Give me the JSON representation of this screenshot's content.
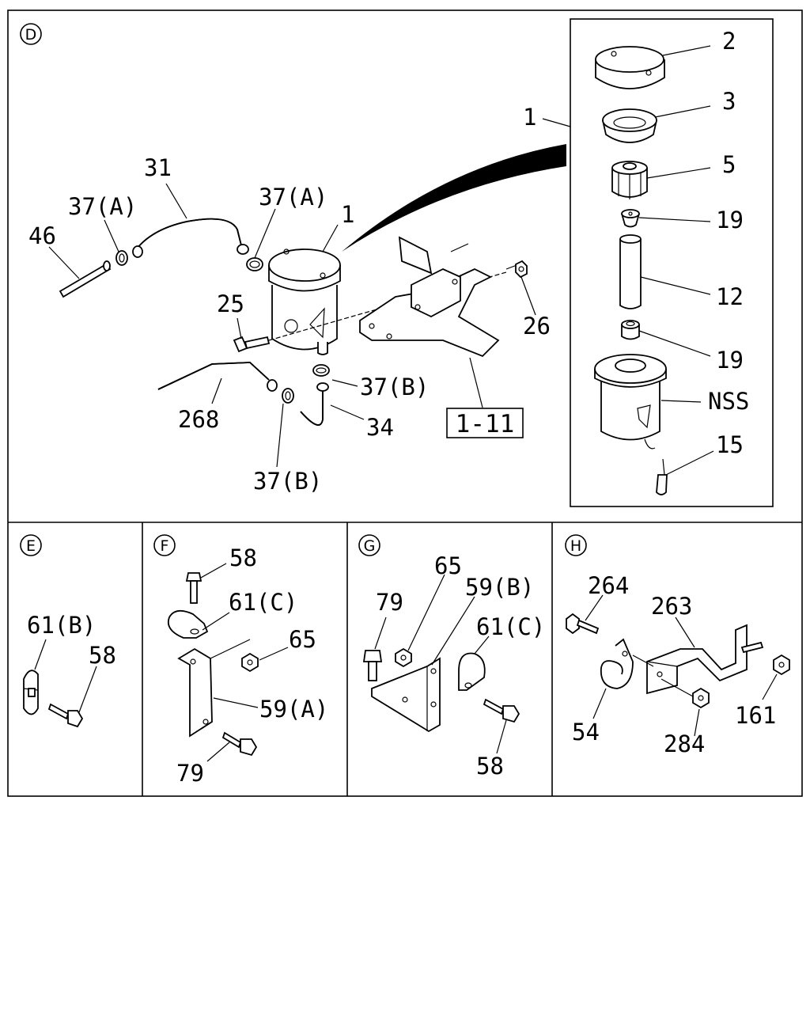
{
  "sections": {
    "D": {
      "marker": "D",
      "labels": {
        "l1_right": "1",
        "l2": "2",
        "l3": "3",
        "l5": "5",
        "l19_top": "19",
        "l12": "12",
        "l19_bottom": "19",
        "lNSS": "NSS",
        "l15": "15",
        "l31": "31",
        "l37A_left": "37(A)",
        "l37A_right": "37(A)",
        "l46": "46",
        "l1_tank": "1",
        "l25": "25",
        "l26": "26",
        "l37B_right": "37(B)",
        "l268": "268",
        "l34": "34",
        "l37B_bottom": "37(B)"
      },
      "ref_box": "1-11"
    },
    "E": {
      "marker": "E",
      "labels": {
        "l61B": "61(B)",
        "l58": "58"
      }
    },
    "F": {
      "marker": "F",
      "labels": {
        "l58": "58",
        "l61C": "61(C)",
        "l65": "65",
        "l59A": "59(A)",
        "l79": "79"
      }
    },
    "G": {
      "marker": "G",
      "labels": {
        "l65": "65",
        "l59B": "59(B)",
        "l79": "79",
        "l61C": "61(C)",
        "l58": "58"
      }
    },
    "H": {
      "marker": "H",
      "labels": {
        "l264": "264",
        "l263": "263",
        "l54": "54",
        "l284": "284",
        "l161": "161"
      }
    }
  }
}
